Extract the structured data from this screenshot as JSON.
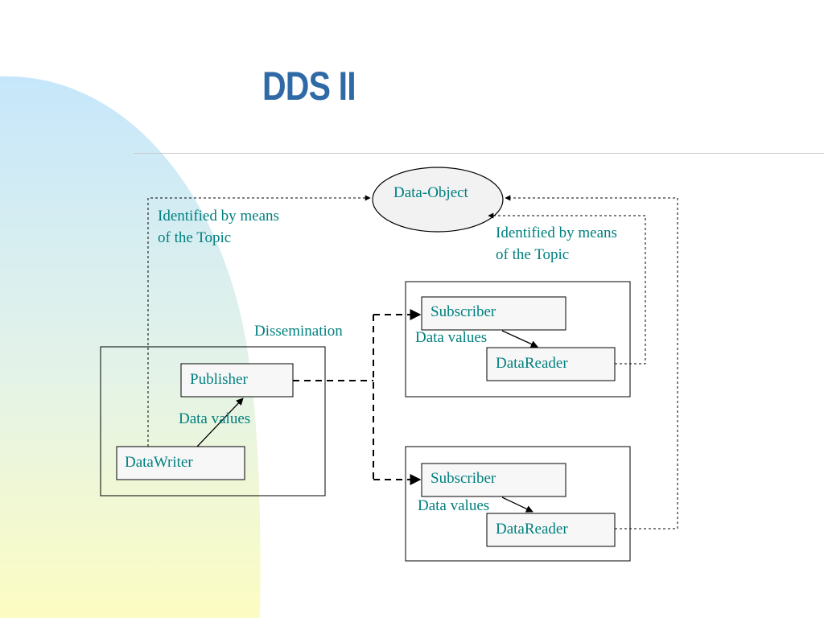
{
  "slide": {
    "title": "DDS II"
  },
  "diagram": {
    "data_object": "Data-Object",
    "topic_note_left": [
      "Identified by means",
      "of the Topic"
    ],
    "topic_note_right": [
      "Identified by means",
      "of the Topic"
    ],
    "dissemination": "Dissemination",
    "publisher_side": {
      "publisher": "Publisher",
      "data_values": "Data values",
      "datawriter": "DataWriter"
    },
    "subscriber_top": {
      "subscriber": "Subscriber",
      "data_values": "Data values",
      "datareader": "DataReader"
    },
    "subscriber_bottom": {
      "subscriber": "Subscriber",
      "data_values": "Data values",
      "datareader": "DataReader"
    }
  }
}
